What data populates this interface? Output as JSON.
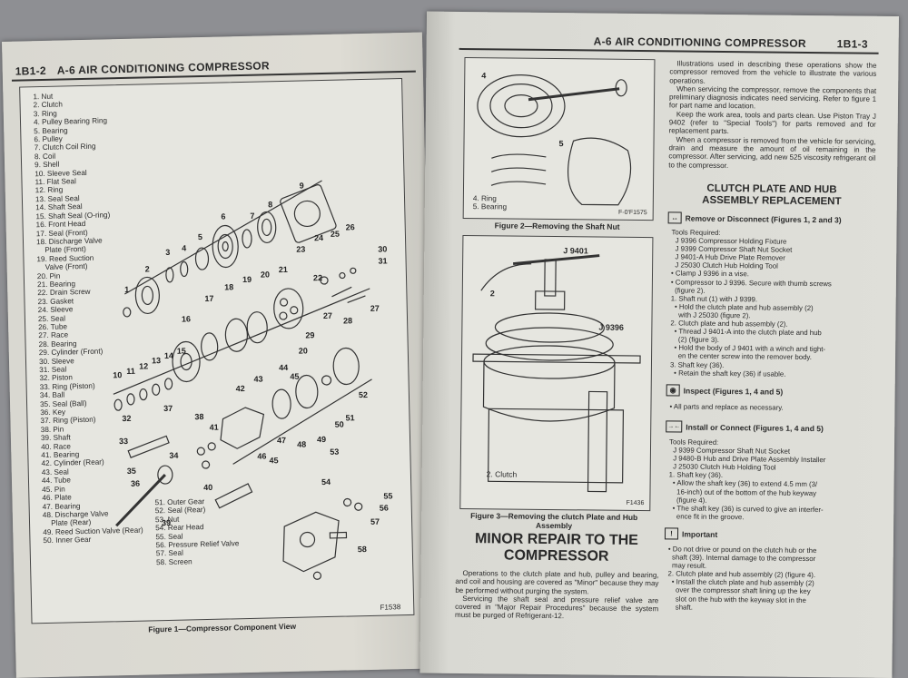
{
  "left": {
    "header_num": "1B1-2",
    "header_title": "A-6 AIR CONDITIONING COMPRESSOR",
    "legend_col1": [
      "1. Nut",
      "2. Clutch",
      "3. Ring",
      "4. Pulley Bearing Ring",
      "5. Bearing",
      "6. Pulley",
      "7. Clutch Coil Ring",
      "8. Coil",
      "9. Shell",
      "10. Sleeve Seal",
      "11. Flat Seal",
      "12. Ring",
      "13. Seal Seal",
      "14. Shaft Seal",
      "15. Shaft Seal (O-ring)",
      "16. Front Head",
      "17. Seal (Front)",
      "18. Discharge Valve",
      "    Plate (Front)",
      "19. Reed Suction",
      "    Valve (Front)",
      "20. Pin",
      "21. Bearing",
      "22. Drain Screw",
      "23. Gasket",
      "24. Sleeve",
      "25. Seal",
      "26. Tube",
      "27. Race",
      "28. Bearing",
      "29. Cylinder (Front)",
      "30. Sleeve",
      "31. Seal",
      "32. Piston",
      "33. Ring (Piston)",
      "34. Ball",
      "35. Seal (Ball)",
      "36. Key",
      "37. Ring (Piston)",
      "38. Pin",
      "39. Shaft",
      "40. Race",
      "41. Bearing",
      "42. Cylinder (Rear)",
      "43. Seal",
      "44. Tube",
      "45. Pin",
      "46. Plate",
      "47. Bearing",
      "48. Discharge Valve",
      "    Plate (Rear)",
      "49. Reed Suction Valve (Rear)",
      "50. Inner Gear"
    ],
    "legend_col2": [
      "51. Outer Gear",
      "52. Seal (Rear)",
      "53. Nut",
      "54. Rear Head",
      "55. Seal",
      "56. Pressure Relief Valve",
      "57. Seal",
      "58. Screen"
    ],
    "fig_code": "F1538",
    "caption": "Figure 1—Compressor Component View"
  },
  "right": {
    "header_title": "A-6 AIR CONDITIONING COMPRESSOR",
    "header_num": "1B1-3",
    "fig2_labels": [
      "4. Ring",
      "5. Bearing"
    ],
    "fig2_code": "F-0'F1575",
    "fig2_caption": "Figure 2—Removing the Shaft Nut",
    "fig3_tool1": "J 9401",
    "fig3_tool2": "J 9396",
    "fig3_num": "2",
    "fig3_label": "2. Clutch",
    "fig3_code": "F1436",
    "fig3_caption_line1": "Figure 3—Removing the clutch Plate and Hub",
    "fig3_caption_line2": "Assembly",
    "minor_title_line1": "MINOR REPAIR TO THE",
    "minor_title_line2": "COMPRESSOR",
    "minor_p1": "Operations to the clutch plate and hub, pulley and bearing, and coil and housing are covered as \"Minor\" because they may be performed without purging the system.",
    "minor_p2": "Servicing the shaft seal and pressure relief valve are covered in \"Major Repair Procedures\" because the system must be purged of Refrigerant-12.",
    "intro_p1": "Illustrations used in describing these operations show the compressor removed from the vehicle to illustrate the various operations.",
    "intro_p2": "When servicing the compressor, remove the components that preliminary diagnosis indicates need servicing. Refer to figure 1 for part name and location.",
    "intro_p3": "Keep the work area, tools and parts clean. Use Piston Tray J 9402 (refer to \"Special Tools\") for parts removed and for replacement parts.",
    "intro_p4": "When a compressor is removed from the vehicle for servicing, drain and measure the amount of oil remaining in the compressor. After servicing, add new 525 viscosity refrigerant oil to the compressor.",
    "clutch_title_line1": "CLUTCH PLATE AND HUB",
    "clutch_title_line2": "ASSEMBLY REPLACEMENT",
    "remove_heading": "Remove or Disconnect (Figures 1, 2 and 3)",
    "remove_icon": "↔",
    "remove_list": [
      "Tools Required:",
      "  J 9396 Compressor Holding Fixture",
      "  J 9399 Compressor Shaft Nut Socket",
      "  J 9401-A Hub Drive Plate Remover",
      "  J 25030 Clutch Hub Holding Tool",
      "• Clamp J 9396 in a vise.",
      "• Compressor to J 9396. Secure with thumb screws",
      "  (figure 2).",
      "1. Shaft nut (1) with J 9399.",
      "  • Hold the clutch plate and hub assembly (2)",
      "    with J 25030 (figure 2).",
      "2. Clutch plate and hub assembly (2).",
      "  • Thread J 9401-A into the clutch plate and hub",
      "    (2) (figure 3).",
      "  • Hold the body of J 9401 with a winch and tight-",
      "    en the center screw into the remover body.",
      "3. Shaft key (36).",
      "  • Retain the shaft key (36) if usable."
    ],
    "inspect_heading": "Inspect (Figures 1, 4 and 5)",
    "inspect_list": [
      "• All parts and replace as necessary."
    ],
    "install_heading": "Install or Connect (Figures 1, 4 and 5)",
    "install_icon": "→←",
    "install_list": [
      "Tools Required:",
      "  J 9399 Compressor Shaft Nut Socket",
      "  J 9480-B Hub and Drive Plate Assembly Installer",
      "  J 25030 Clutch Hub Holding Tool",
      "1. Shaft key (36).",
      "  • Allow the shaft key (36) to extend 4.5 mm (3/",
      "    16-inch) out of the bottom of the hub keyway",
      "    (figure 4).",
      "  • The shaft key (36) is curved to give an interfer-",
      "    ence fit in the groove."
    ],
    "important_heading": "Important",
    "important_list": [
      "• Do not drive or pound on the clutch hub or the",
      "  shaft (39). Internal damage to the compressor",
      "  may result.",
      "2. Clutch plate and hub assembly (2) (figure 4).",
      "  • Install the clutch plate and hub assembly (2)",
      "    over the compressor shaft lining up the key",
      "    slot on the hub with the keyway slot in the",
      "    shaft."
    ]
  }
}
